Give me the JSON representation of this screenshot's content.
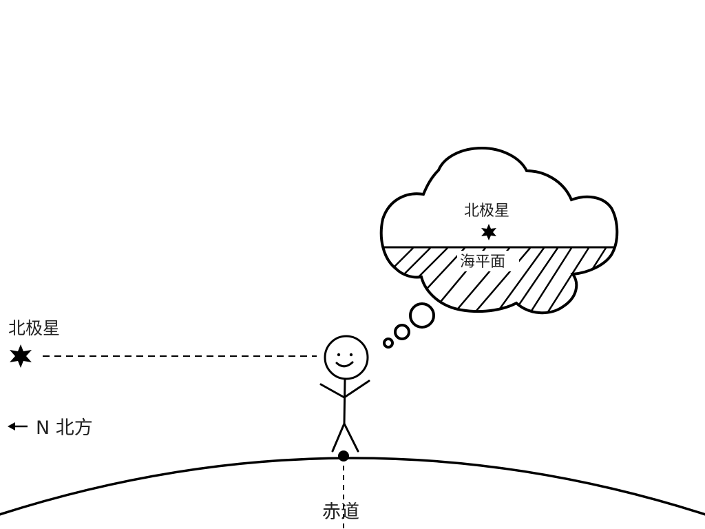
{
  "labels": {
    "polaris_left": "北极星",
    "direction_north": "N 北方",
    "equator": "赤道",
    "thought_polaris": "北极星",
    "thought_sea_level": "海平面"
  },
  "colors": {
    "ink": "#000000",
    "text": "#222222",
    "background": "#ffffff"
  }
}
